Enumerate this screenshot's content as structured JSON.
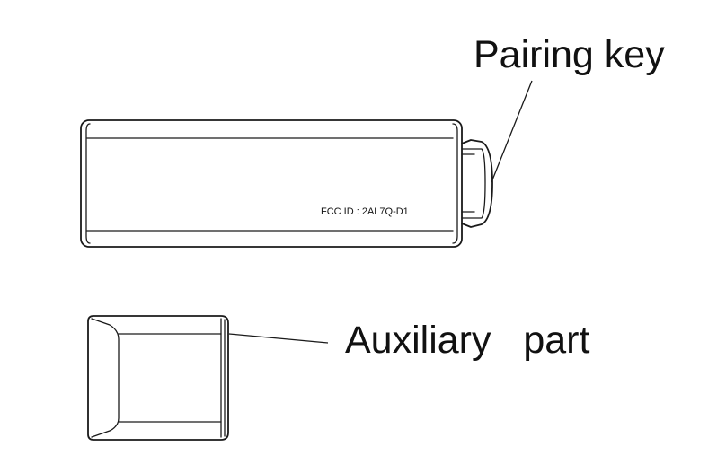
{
  "labels": {
    "pairing_key": "Pairing key",
    "auxiliary_part": "Auxiliary   part",
    "fcc_id": "FCC ID : 2AL7Q-D1"
  },
  "colors": {
    "line": "#1a1a1a",
    "background": "#ffffff"
  }
}
